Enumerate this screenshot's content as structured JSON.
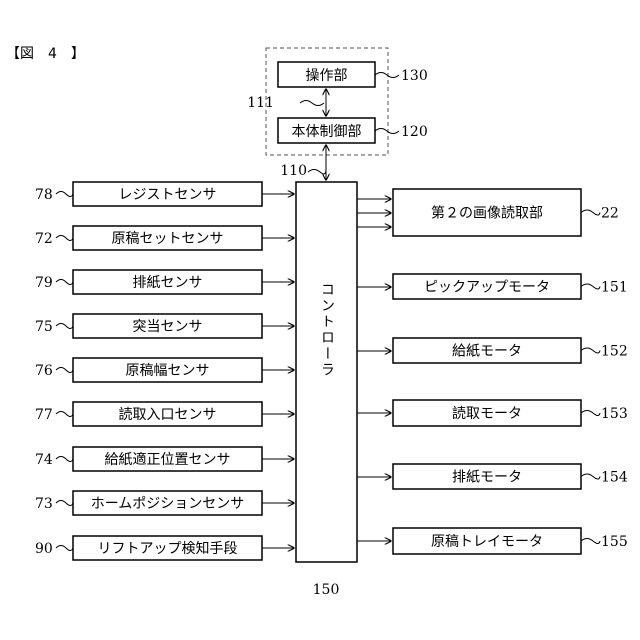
{
  "figure": {
    "label": "【図　4　】"
  },
  "top_group": {
    "operation": {
      "label": "操作部",
      "ref": "130"
    },
    "main_control": {
      "label": "本体制御部",
      "ref": "120"
    },
    "link_ref": "111",
    "bus_ref": "110"
  },
  "controller": {
    "label": "コントローラ",
    "ref": "150"
  },
  "sensors": [
    {
      "label": "レジストセンサ",
      "ref": "78"
    },
    {
      "label": "原稿セットセンサ",
      "ref": "72"
    },
    {
      "label": "排紙センサ",
      "ref": "79"
    },
    {
      "label": "突当センサ",
      "ref": "75"
    },
    {
      "label": "原稿幅センサ",
      "ref": "76"
    },
    {
      "label": "読取入口センサ",
      "ref": "77"
    },
    {
      "label": "給紙適正位置センサ",
      "ref": "74"
    },
    {
      "label": "ホームポジションセンサ",
      "ref": "73"
    },
    {
      "label": "リフトアップ検知手段",
      "ref": "90"
    }
  ],
  "outputs": [
    {
      "label": "第２の画像読取部",
      "ref": "22"
    },
    {
      "label": "ピックアップモータ",
      "ref": "151"
    },
    {
      "label": "給紙モータ",
      "ref": "152"
    },
    {
      "label": "読取モータ",
      "ref": "153"
    },
    {
      "label": "排紙モータ",
      "ref": "154"
    },
    {
      "label": "原稿トレイモータ",
      "ref": "155"
    }
  ]
}
